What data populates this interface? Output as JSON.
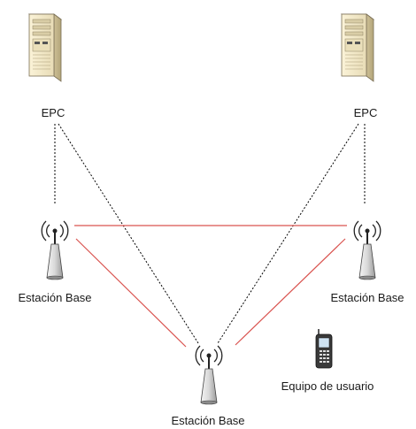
{
  "nodes": {
    "epc_left": {
      "label": "EPC"
    },
    "epc_right": {
      "label": "EPC"
    },
    "bs_left": {
      "label": "Estación Base"
    },
    "bs_right": {
      "label": "Estación Base"
    },
    "bs_bottom": {
      "label": "Estación Base"
    },
    "ue": {
      "label": "Equipo de usuario"
    }
  },
  "links": {
    "backhaul": {
      "style": "dotted",
      "color": "#000000"
    },
    "x2": {
      "style": "solid",
      "color": "#d9534f"
    }
  },
  "icons": {
    "server": "server-icon",
    "antenna": "antenna-tower-icon",
    "phone": "mobile-phone-icon"
  }
}
